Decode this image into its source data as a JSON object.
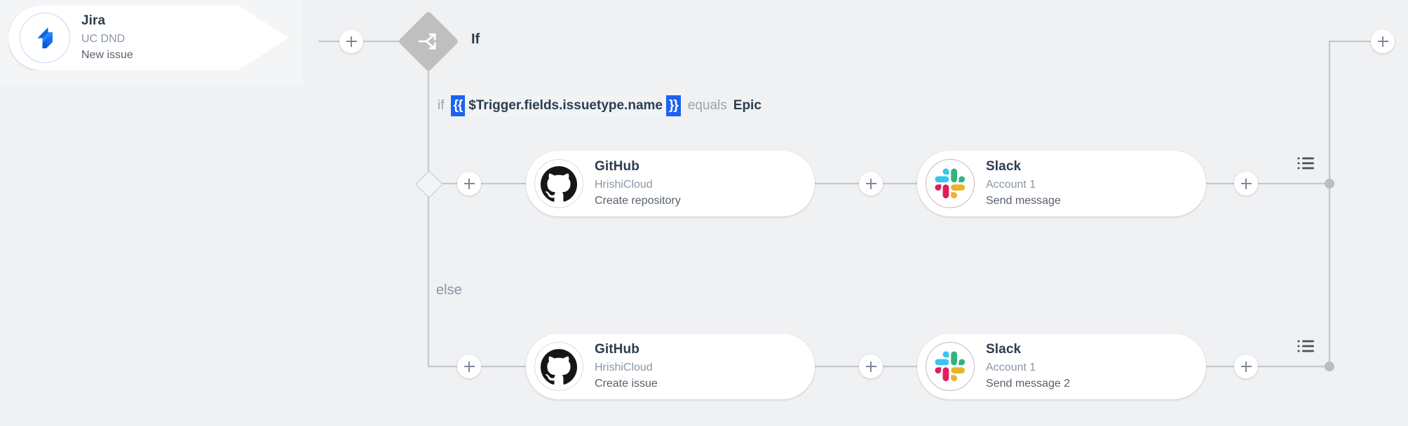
{
  "canvas": {
    "background_color": "#eff1f3",
    "panel_color": "#f4f5f6"
  },
  "trigger": {
    "icon": "jira-icon",
    "title": "Jira",
    "account": "UC DND",
    "event": "New issue"
  },
  "condition_node": {
    "icon": "branch-split-icon",
    "label": "If",
    "if_keyword": "if",
    "open_brace": "{{",
    "expression": "$Trigger.fields.issuetype.name",
    "close_brace": "}}",
    "operator": "equals",
    "value": "Epic",
    "else_keyword": "else",
    "accent_color": "#1d62f0",
    "diamond_color": "#bfbfbf"
  },
  "branches": [
    {
      "name": "if-branch",
      "steps": [
        {
          "icon": "github-icon",
          "title": "GitHub",
          "account": "HrishiCloud",
          "operation": "Create repository"
        },
        {
          "icon": "slack-icon",
          "title": "Slack",
          "account": "Account 1",
          "operation": "Send message"
        }
      ]
    },
    {
      "name": "else-branch",
      "steps": [
        {
          "icon": "github-icon",
          "title": "GitHub",
          "account": "HrishiCloud",
          "operation": "Create issue"
        },
        {
          "icon": "slack-icon",
          "title": "Slack",
          "account": "Account 1",
          "operation": "Send message 2"
        }
      ]
    }
  ],
  "add_buttons": [
    {
      "name": "add-step-before-if",
      "icon": "plus-icon"
    },
    {
      "name": "add-step-if-branch-start",
      "icon": "plus-icon"
    },
    {
      "name": "add-step-if-branch-middle",
      "icon": "plus-icon"
    },
    {
      "name": "add-step-if-branch-end",
      "icon": "plus-icon"
    },
    {
      "name": "add-step-else-branch-start",
      "icon": "plus-icon"
    },
    {
      "name": "add-step-else-branch-middle",
      "icon": "plus-icon"
    },
    {
      "name": "add-step-else-branch-end",
      "icon": "plus-icon"
    },
    {
      "name": "add-step-after-merge",
      "icon": "plus-icon"
    }
  ],
  "branch_menus": [
    {
      "name": "if-branch-menu",
      "icon": "list-menu-icon"
    },
    {
      "name": "else-branch-menu",
      "icon": "list-menu-icon"
    }
  ]
}
